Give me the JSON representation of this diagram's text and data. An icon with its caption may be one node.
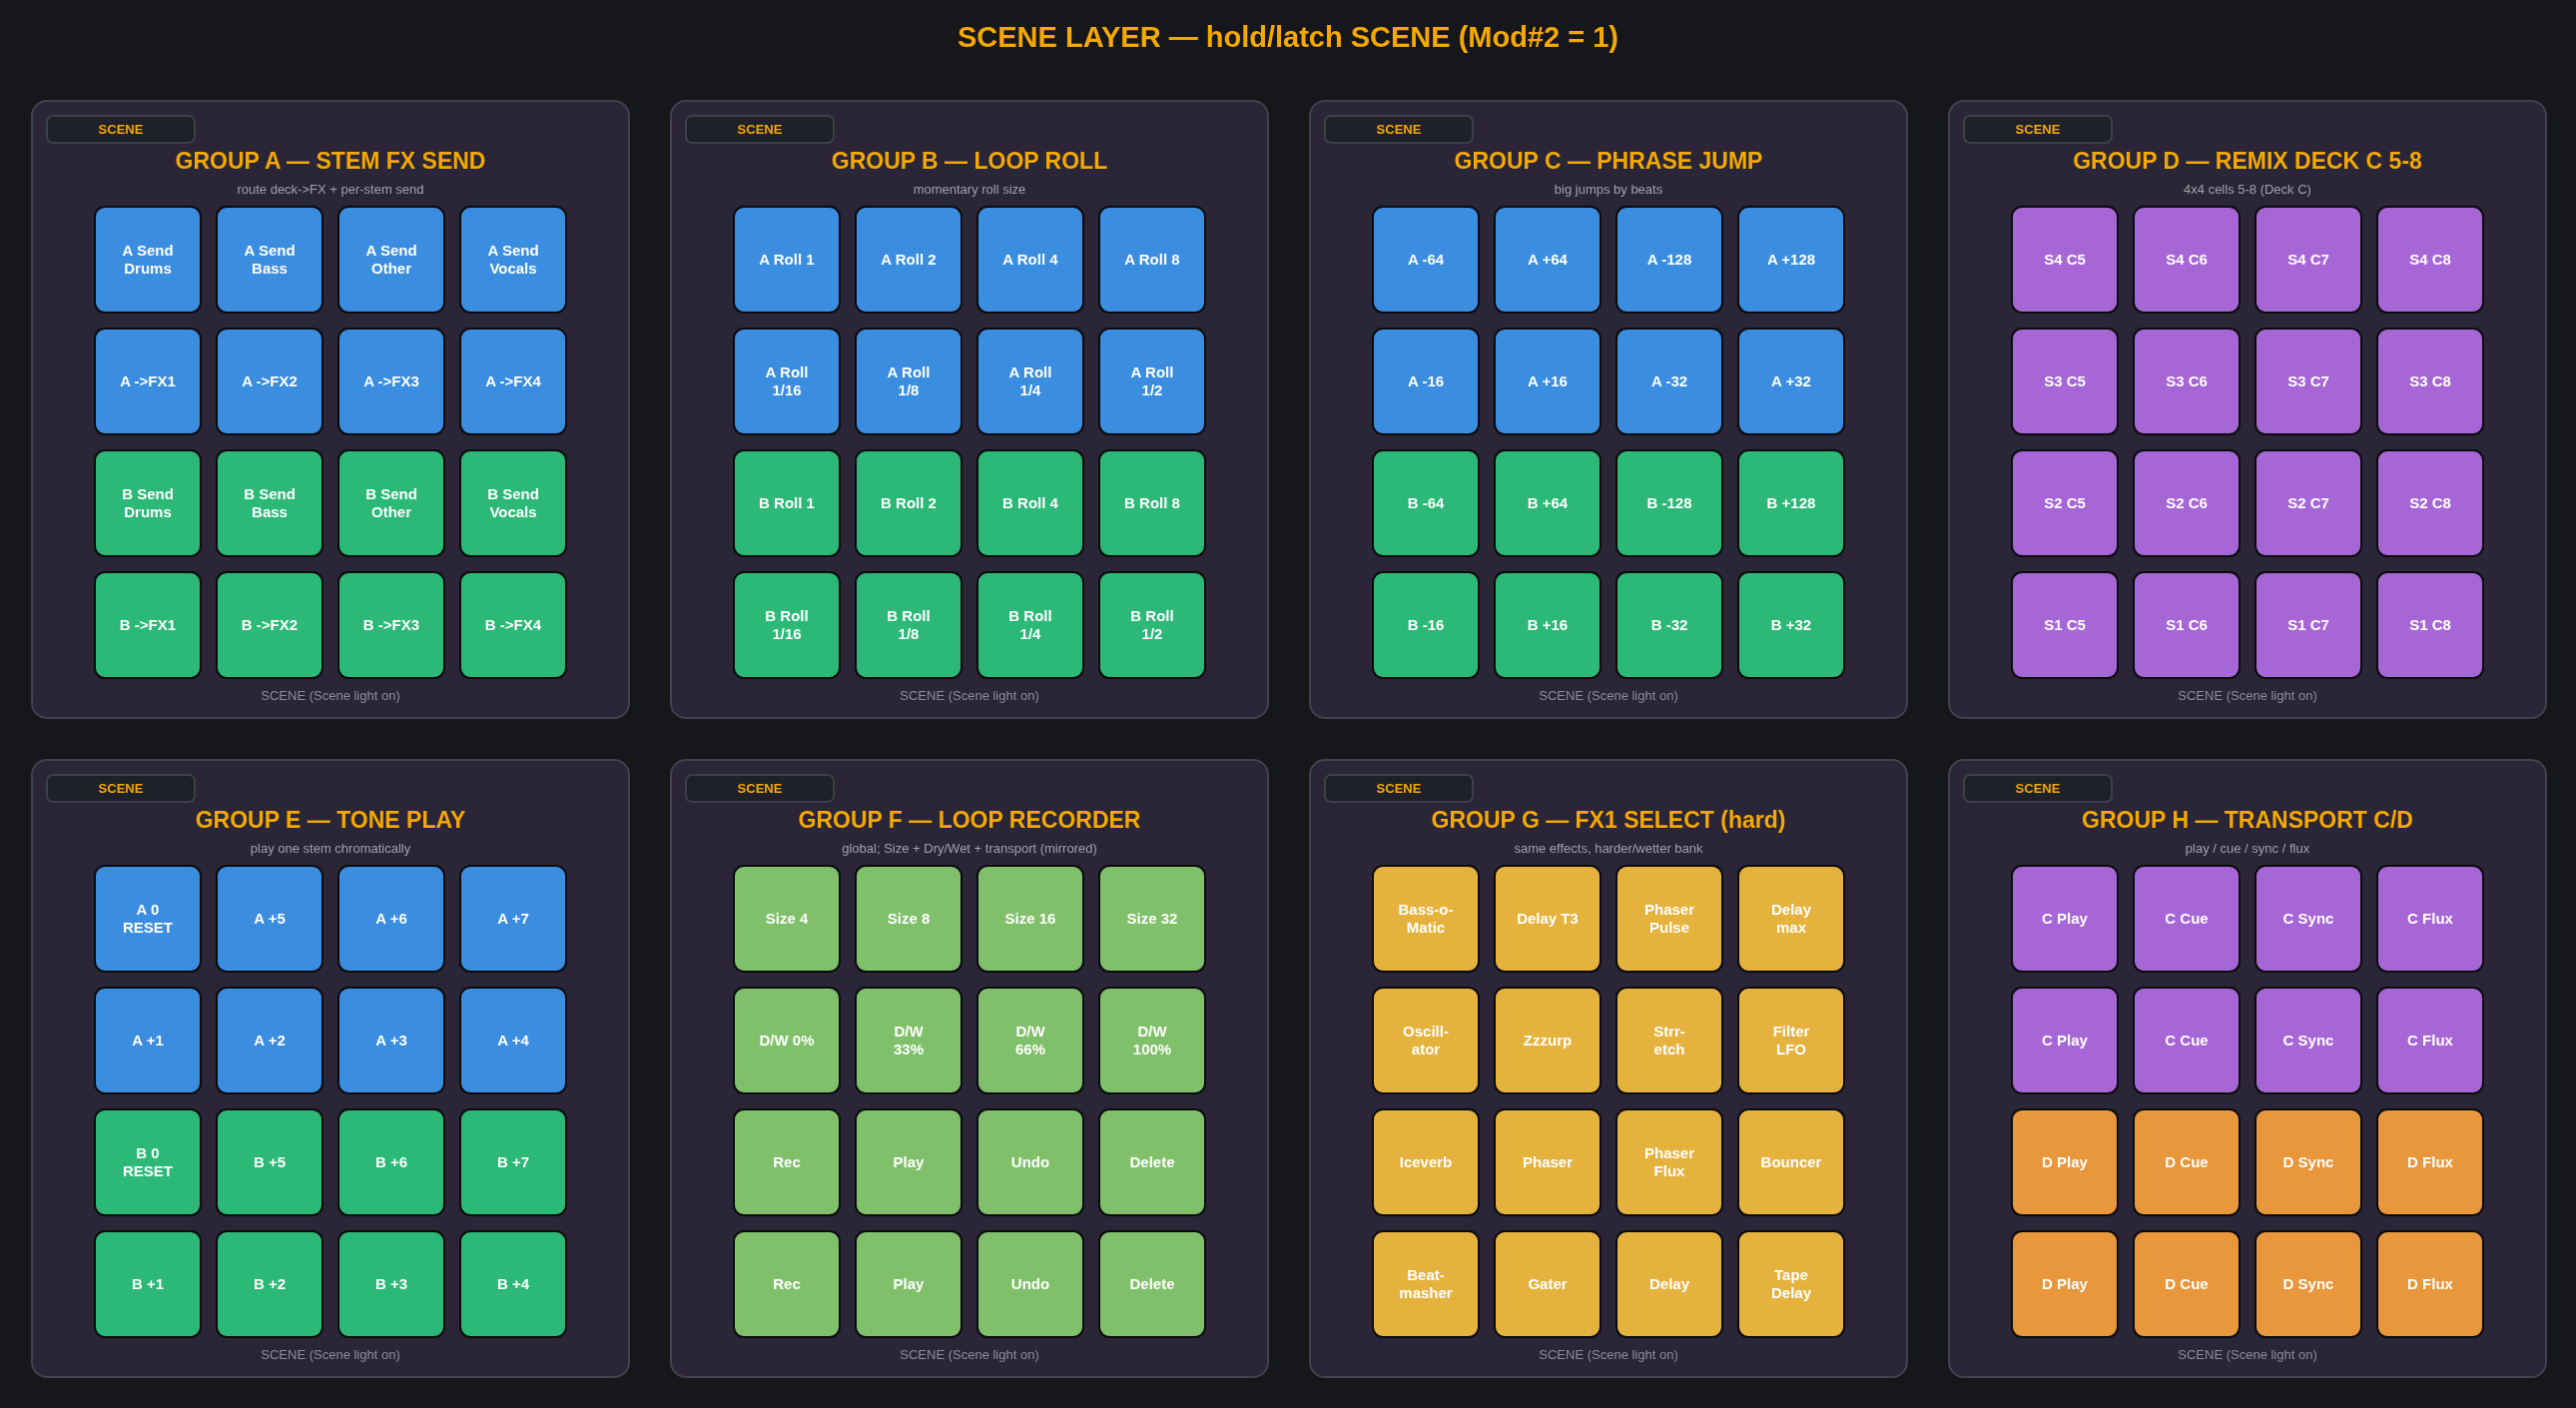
{
  "diagram": {
    "title": "SCENE LAYER — hold/latch SCENE (Mod#2 = 1)",
    "nodes": [
      {
        "text": [
          "GROUP A — STEM FX SEND",
          "route deck->FX + per-stem send",
          "SCENE (Scene light on)"
        ]
      },
      {
        "text": [
          "SCENE"
        ],
        "in": 0
      },
      {
        "text": [
          "A Send Drums"
        ],
        "in": 0
      },
      {
        "text": [
          "A Send Bass"
        ],
        "in": 0
      },
      {
        "text": [
          "A Send Other"
        ],
        "in": 0
      },
      {
        "text": [
          "A Send Vocals"
        ],
        "in": 0
      },
      {
        "text": [
          "A ->FX1"
        ],
        "in": 0
      },
      {
        "text": [
          "A ->FX2"
        ],
        "in": 0
      },
      {
        "text": [
          "A ->FX3"
        ],
        "in": 0
      },
      {
        "text": [
          "A ->FX4"
        ],
        "in": 0
      },
      {
        "text": [
          "B Send Drums"
        ],
        "in": 0
      },
      {
        "text": [
          "B Send Bass"
        ],
        "in": 0
      },
      {
        "text": [
          "B Send Other"
        ],
        "in": 0
      },
      {
        "text": [
          "B Send Vocals"
        ],
        "in": 0
      },
      {
        "text": [
          "B ->FX1"
        ],
        "in": 0
      },
      {
        "text": [
          "B ->FX2"
        ],
        "in": 0
      },
      {
        "text": [
          "B ->FX3"
        ],
        "in": 0
      },
      {
        "text": [
          "B ->FX4"
        ],
        "in": 0
      },
      {
        "text": [
          "GROUP B — LOOP ROLL",
          "momentary roll size",
          "SCENE (Scene light on)"
        ]
      },
      {
        "text": [
          "SCENE"
        ],
        "in": 18
      },
      {
        "text": [
          "A Roll 1"
        ],
        "in": 18
      },
      {
        "text": [
          "A Roll 2"
        ],
        "in": 18
      },
      {
        "text": [
          "A Roll 4"
        ],
        "in": 18
      },
      {
        "text": [
          "A Roll 8"
        ],
        "in": 18
      },
      {
        "text": [
          "A Roll 1/16"
        ],
        "in": 18
      },
      {
        "text": [
          "A Roll 1/8"
        ],
        "in": 18
      },
      {
        "text": [
          "A Roll 1/4"
        ],
        "in": 18
      },
      {
        "text": [
          "A Roll 1/2"
        ],
        "in": 18
      },
      {
        "text": [
          "B Roll 1"
        ],
        "in": 18
      },
      {
        "text": [
          "B Roll 2"
        ],
        "in": 18
      },
      {
        "text": [
          "B Roll 4"
        ],
        "in": 18
      },
      {
        "text": [
          "B Roll 8"
        ],
        "in": 18
      },
      {
        "text": [
          "B Roll 1/16"
        ],
        "in": 18
      },
      {
        "text": [
          "B Roll 1/8"
        ],
        "in": 18
      },
      {
        "text": [
          "B Roll 1/4"
        ],
        "in": 18
      },
      {
        "text": [
          "B Roll 1/2"
        ],
        "in": 18
      },
      {
        "text": [
          "GROUP C — PHRASE JUMP",
          "big jumps by beats",
          "SCENE (Scene light on)"
        ]
      },
      {
        "text": [
          "SCENE"
        ],
        "in": 36
      },
      {
        "text": [
          "A -64"
        ],
        "in": 36
      },
      {
        "text": [
          "A +64"
        ],
        "in": 36
      },
      {
        "text": [
          "A -128"
        ],
        "in": 36
      },
      {
        "text": [
          "A +128"
        ],
        "in": 36
      },
      {
        "text": [
          "A -16"
        ],
        "in": 36
      },
      {
        "text": [
          "A +16"
        ],
        "in": 36
      },
      {
        "text": [
          "A -32"
        ],
        "in": 36
      },
      {
        "text": [
          "A +32"
        ],
        "in": 36
      },
      {
        "text": [
          "B -64"
        ],
        "in": 36
      },
      {
        "text": [
          "B +64"
        ],
        "in": 36
      },
      {
        "text": [
          "B -128"
        ],
        "in": 36
      },
      {
        "text": [
          "B +128"
        ],
        "in": 36
      },
      {
        "text": [
          "B -16"
        ],
        "in": 36
      },
      {
        "text": [
          "B +16"
        ],
        "in": 36
      },
      {
        "text": [
          "B -32"
        ],
        "in": 36
      },
      {
        "text": [
          "B +32"
        ],
        "in": 36
      },
      {
        "text": [
          "GROUP D — REMIX DECK C 5-8",
          "4x4 cells 5-8 (Deck C)",
          "SCENE (Scene light on)"
        ]
      },
      {
        "text": [
          "SCENE"
        ],
        "in": 54
      },
      {
        "text": [
          "S4 C5"
        ],
        "in": 54
      },
      {
        "text": [
          "S4 C6"
        ],
        "in": 54
      },
      {
        "text": [
          "S4 C7"
        ],
        "in": 54
      },
      {
        "text": [
          "S4 C8"
        ],
        "in": 54
      },
      {
        "text": [
          "S3 C5"
        ],
        "in": 54
      },
      {
        "text": [
          "S3 C6"
        ],
        "in": 54
      },
      {
        "text": [
          "S3 C7"
        ],
        "in": 54
      },
      {
        "text": [
          "S3 C8"
        ],
        "in": 54
      },
      {
        "text": [
          "S2 C5"
        ],
        "in": 54
      },
      {
        "text": [
          "S2 C6"
        ],
        "in": 54
      },
      {
        "text": [
          "S2 C7"
        ],
        "in": 54
      },
      {
        "text": [
          "S2 C8"
        ],
        "in": 54
      },
      {
        "text": [
          "S1 C5"
        ],
        "in": 54
      },
      {
        "text": [
          "S1 C6"
        ],
        "in": 54
      },
      {
        "text": [
          "S1 C7"
        ],
        "in": 54
      },
      {
        "text": [
          "S1 C8"
        ],
        "in": 54
      },
      {
        "text": [
          "GROUP E — TONE PLAY",
          "play one stem chromatically",
          "SCENE (Scene light on)"
        ]
      },
      {
        "text": [
          "SCENE"
        ],
        "in": 72
      },
      {
        "text": [
          "A 0 RESET"
        ],
        "in": 72
      },
      {
        "text": [
          "A +5"
        ],
        "in": 72
      },
      {
        "text": [
          "A +6"
        ],
        "in": 72
      },
      {
        "text": [
          "A +7"
        ],
        "in": 72
      },
      {
        "text": [
          "A +1"
        ],
        "in": 72
      },
      {
        "text": [
          "A +2"
        ],
        "in": 72
      },
      {
        "text": [
          "A +3"
        ],
        "in": 72
      },
      {
        "text": [
          "A +4"
        ],
        "in": 72
      },
      {
        "text": [
          "B 0 RESET"
        ],
        "in": 72
      },
      {
        "text": [
          "B +5"
        ],
        "in": 72
      },
      {
        "text": [
          "B +6"
        ],
        "in": 72
      },
      {
        "text": [
          "B +7"
        ],
        "in": 72
      },
      {
        "text": [
          "B +1"
        ],
        "in": 72
      },
      {
        "text": [
          "B +2"
        ],
        "in": 72
      },
      {
        "text": [
          "B +3"
        ],
        "in": 72
      },
      {
        "text": [
          "B +4"
        ],
        "in": 72
      },
      {
        "text": [
          "GROUP F — LOOP RECORDER",
          "global; Size + Dry/Wet + transport (mirrored)",
          "SCENE (Scene light on)"
        ]
      },
      {
        "text": [
          "SCENE"
        ],
        "in": 90
      },
      {
        "text": [
          "Size 4"
        ],
        "in": 90
      },
      {
        "text": [
          "Size 8"
        ],
        "in": 90
      },
      {
        "text": [
          "Size 16"
        ],
        "in": 90
      },
      {
        "text": [
          "Size 32"
        ],
        "in": 90
      },
      {
        "text": [
          "D/W 0%"
        ],
        "in": 90
      },
      {
        "text": [
          "D/W 33%"
        ],
        "in": 90
      },
      {
        "text": [
          "D/W 66%"
        ],
        "in": 90
      },
      {
        "text": [
          "D/W 100%"
        ],
        "in": 90
      },
      {
        "text": [
          "Rec"
        ],
        "in": 90
      },
      {
        "text": [
          "Play"
        ],
        "in": 90
      },
      {
        "text": [
          "Undo"
        ],
        "in": 90
      },
      {
        "text": [
          "Delete"
        ],
        "in": 90
      },
      {
        "text": [
          "Rec"
        ],
        "in": 90
      },
      {
        "text": [
          "Play"
        ],
        "in": 90
      },
      {
        "text": [
          "Undo"
        ],
        "in": 90
      },
      {
        "text": [
          "Delete"
        ],
        "in": 90
      },
      {
        "text": [
          "GROUP G — FX1 SELECT (hard)",
          "same effects, harder/wetter bank",
          "SCENE (Scene light on)"
        ]
      },
      {
        "text": [
          "SCENE"
        ],
        "in": 108
      },
      {
        "text": [
          "Bass-o- Matic"
        ],
        "in": 108
      },
      {
        "text": [
          "Delay T3"
        ],
        "in": 108
      },
      {
        "text": [
          "Phaser Pulse"
        ],
        "in": 108
      },
      {
        "text": [
          "Delay max"
        ],
        "in": 108
      },
      {
        "text": [
          "Oscill- ator"
        ],
        "in": 108
      },
      {
        "text": [
          "Zzzurp"
        ],
        "in": 108
      },
      {
        "text": [
          "Strr- etch"
        ],
        "in": 108
      },
      {
        "text": [
          "Filter LFO"
        ],
        "in": 108
      },
      {
        "text": [
          "Iceverb"
        ],
        "in": 108
      },
      {
        "text": [
          "Phaser"
        ],
        "in": 108
      },
      {
        "text": [
          "Phaser Flux"
        ],
        "in": 108
      },
      {
        "text": [
          "Bouncer"
        ],
        "in": 108
      },
      {
        "text": [
          "Beat- masher"
        ],
        "in": 108
      },
      {
        "text": [
          "Gater"
        ],
        "in": 108
      },
      {
        "text": [
          "Delay"
        ],
        "in": 108
      },
      {
        "text": [
          "Tape Delay"
        ],
        "in": 108
      },
      {
        "text": [
          "GROUP H — TRANSPORT C/D",
          "play / cue / sync / flux",
          "SCENE (Scene light on)"
        ]
      },
      {
        "text": [
          "SCENE"
        ],
        "in": 126
      },
      {
        "text": [
          "C Play"
        ],
        "in": 126
      },
      {
        "text": [
          "C Cue"
        ],
        "in": 126
      },
      {
        "text": [
          "C Sync"
        ],
        "in": 126
      },
      {
        "text": [
          "C Flux"
        ],
        "in": 126
      },
      {
        "text": [
          "C Play"
        ],
        "in": 126
      },
      {
        "text": [
          "C Cue"
        ],
        "in": 126
      },
      {
        "text": [
          "C Sync"
        ],
        "in": 126
      },
      {
        "text": [
          "C Flux"
        ],
        "in": 126
      },
      {
        "text": [
          "D Play"
        ],
        "in": 126
      },
      {
        "text": [
          "D Cue"
        ],
        "in": 126
      },
      {
        "text": [
          "D Sync"
        ],
        "in": 126
      },
      {
        "text": [
          "D Flux"
        ],
        "in": 126
      },
      {
        "text": [
          "D Play"
        ],
        "in": 126
      },
      {
        "text": [
          "D Cue"
        ],
        "in": 126
      },
      {
        "text": [
          "D Sync"
        ],
        "in": 126
      },
      {
        "text": [
          "D Flux"
        ],
        "in": 126
      }
    ]
  }
}
